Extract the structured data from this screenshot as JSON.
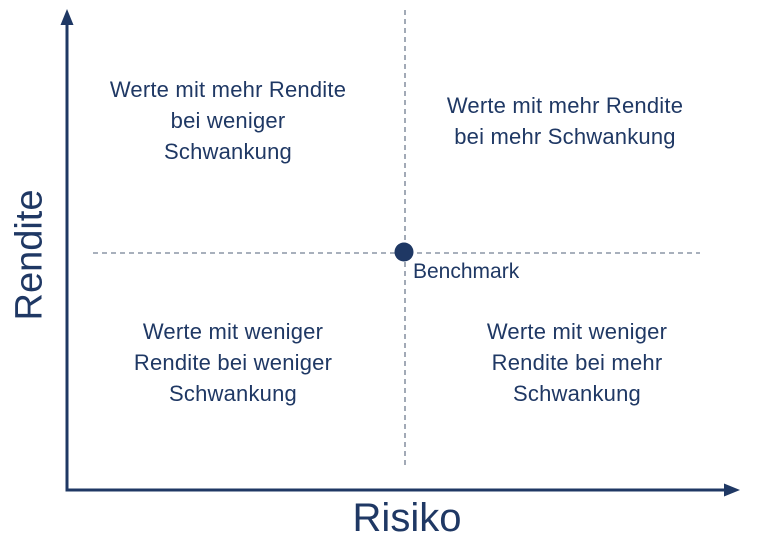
{
  "diagram": {
    "y_axis_label": "Rendite",
    "x_axis_label": "Risiko",
    "benchmark": {
      "label": "Benchmark",
      "marker": "filled-circle"
    },
    "quadrants": {
      "top_left": "Werte mit mehr Rendite\nbei weniger\nSchwankung",
      "top_right": "Werte mit mehr Rendite\nbei mehr Schwankung",
      "bottom_left": "Werte mit weniger\nRendite bei weniger\nSchwankung",
      "bottom_right": "Werte mit weniger\nRendite bei mehr\nSchwankung"
    },
    "colors": {
      "text": "#1f3864",
      "axis": "#1f3864",
      "dashed_line": "#8b95a5",
      "benchmark_dot": "#1f3864",
      "background": "#ffffff"
    }
  }
}
